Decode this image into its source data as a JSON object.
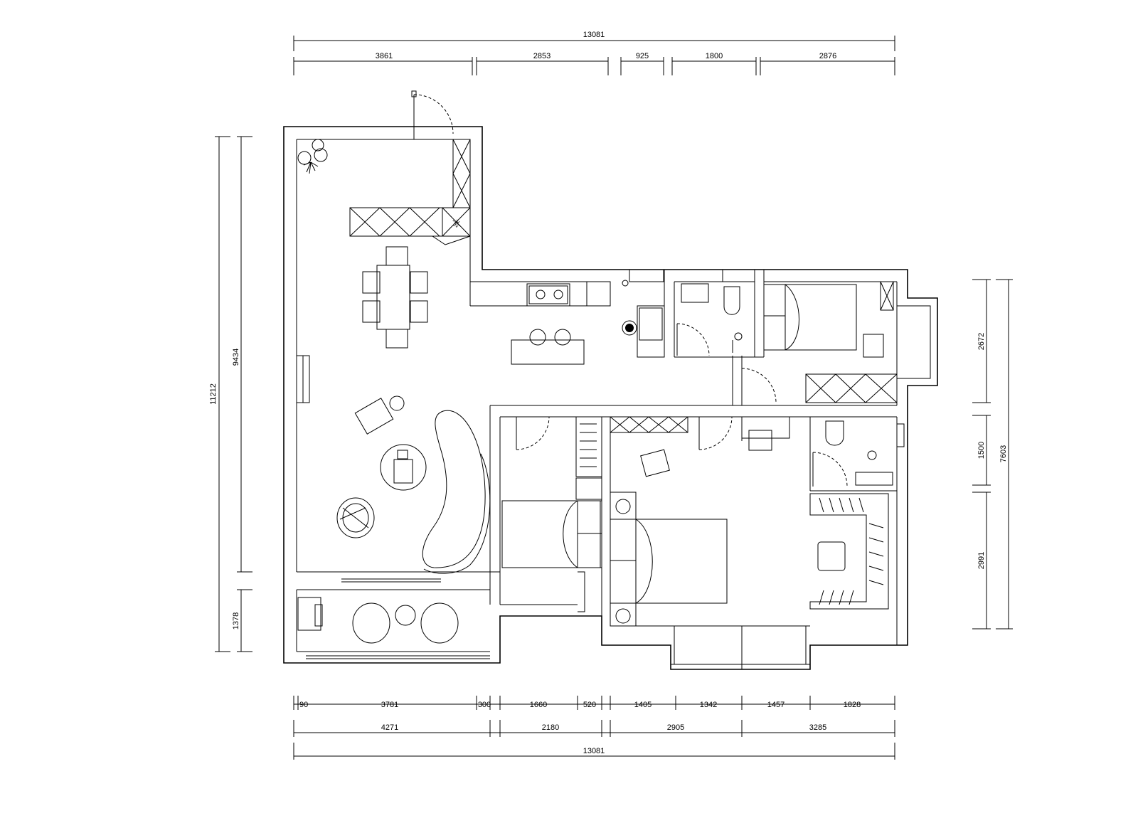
{
  "dimensions": {
    "top_overall": "13081",
    "top_segments": [
      "3861",
      "2853",
      "925",
      "1800",
      "2876"
    ],
    "bottom_segments_fine": [
      "90",
      "3781",
      "300",
      "1660",
      "520",
      "1405",
      "1342",
      "1457",
      "1828"
    ],
    "bottom_segments": [
      "4271",
      "2180",
      "2905",
      "3285"
    ],
    "bottom_overall": "13081",
    "left_overall": "11212",
    "left_segments": [
      "9434",
      "1378"
    ],
    "right_overall": "7603",
    "right_segments": [
      "2672",
      "1500",
      "2991"
    ]
  },
  "fridge_label": "冰"
}
